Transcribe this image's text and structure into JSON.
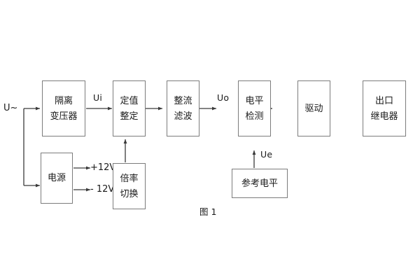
{
  "figure": {
    "caption": "图 1",
    "stroke_color": "#7c7c7c",
    "wire_color": "#3a3a3a",
    "text_color": "#1a1a1a",
    "background": "#ffffff"
  },
  "input": {
    "source_label": "U~"
  },
  "blocks": {
    "isolation_transformer": {
      "line1": "隔离",
      "line2": "变压器"
    },
    "setting_value": {
      "line1": "定值",
      "line2": "整定"
    },
    "rectifier_filter": {
      "line1": "整流",
      "line2": "滤波"
    },
    "level_detect": {
      "line1": "电平",
      "line2": "检测"
    },
    "driver": {
      "line1": "驱动",
      "line2": ""
    },
    "output_relay": {
      "line1": "出口",
      "line2": "继电器"
    },
    "power_supply": {
      "line1": "电源",
      "line2": ""
    },
    "multiplier_switch": {
      "line1": "倍率",
      "line2": "切换"
    },
    "reference_level": {
      "line1": "参考电平",
      "line2": ""
    }
  },
  "signals": {
    "ui": "Ui",
    "uo": "Uo",
    "ue": "Ue"
  },
  "power_rails": {
    "positive": "+12V",
    "negative": "- 12V"
  }
}
